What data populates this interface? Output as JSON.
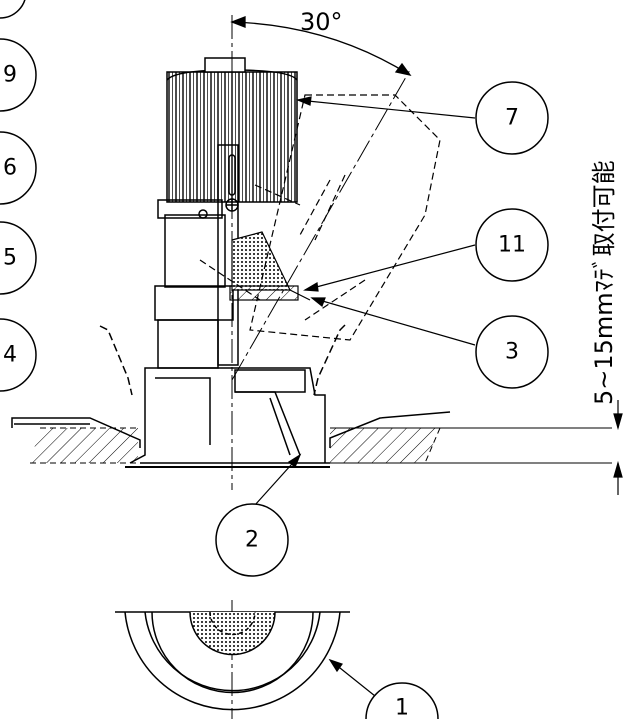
{
  "angle_label": "30°",
  "dimension_label": "5~15mmﾏﾃﾞ取付可能",
  "callouts": [
    {
      "id": "9",
      "text": "9"
    },
    {
      "id": "6",
      "text": "6"
    },
    {
      "id": "5",
      "text": "5"
    },
    {
      "id": "4",
      "text": "4"
    },
    {
      "id": "7",
      "text": "7"
    },
    {
      "id": "11",
      "text": "11"
    },
    {
      "id": "3",
      "text": "3"
    },
    {
      "id": "2",
      "text": "2"
    },
    {
      "id": "1",
      "text": "1"
    }
  ],
  "colors": {
    "line": "#000000",
    "background": "#ffffff"
  }
}
